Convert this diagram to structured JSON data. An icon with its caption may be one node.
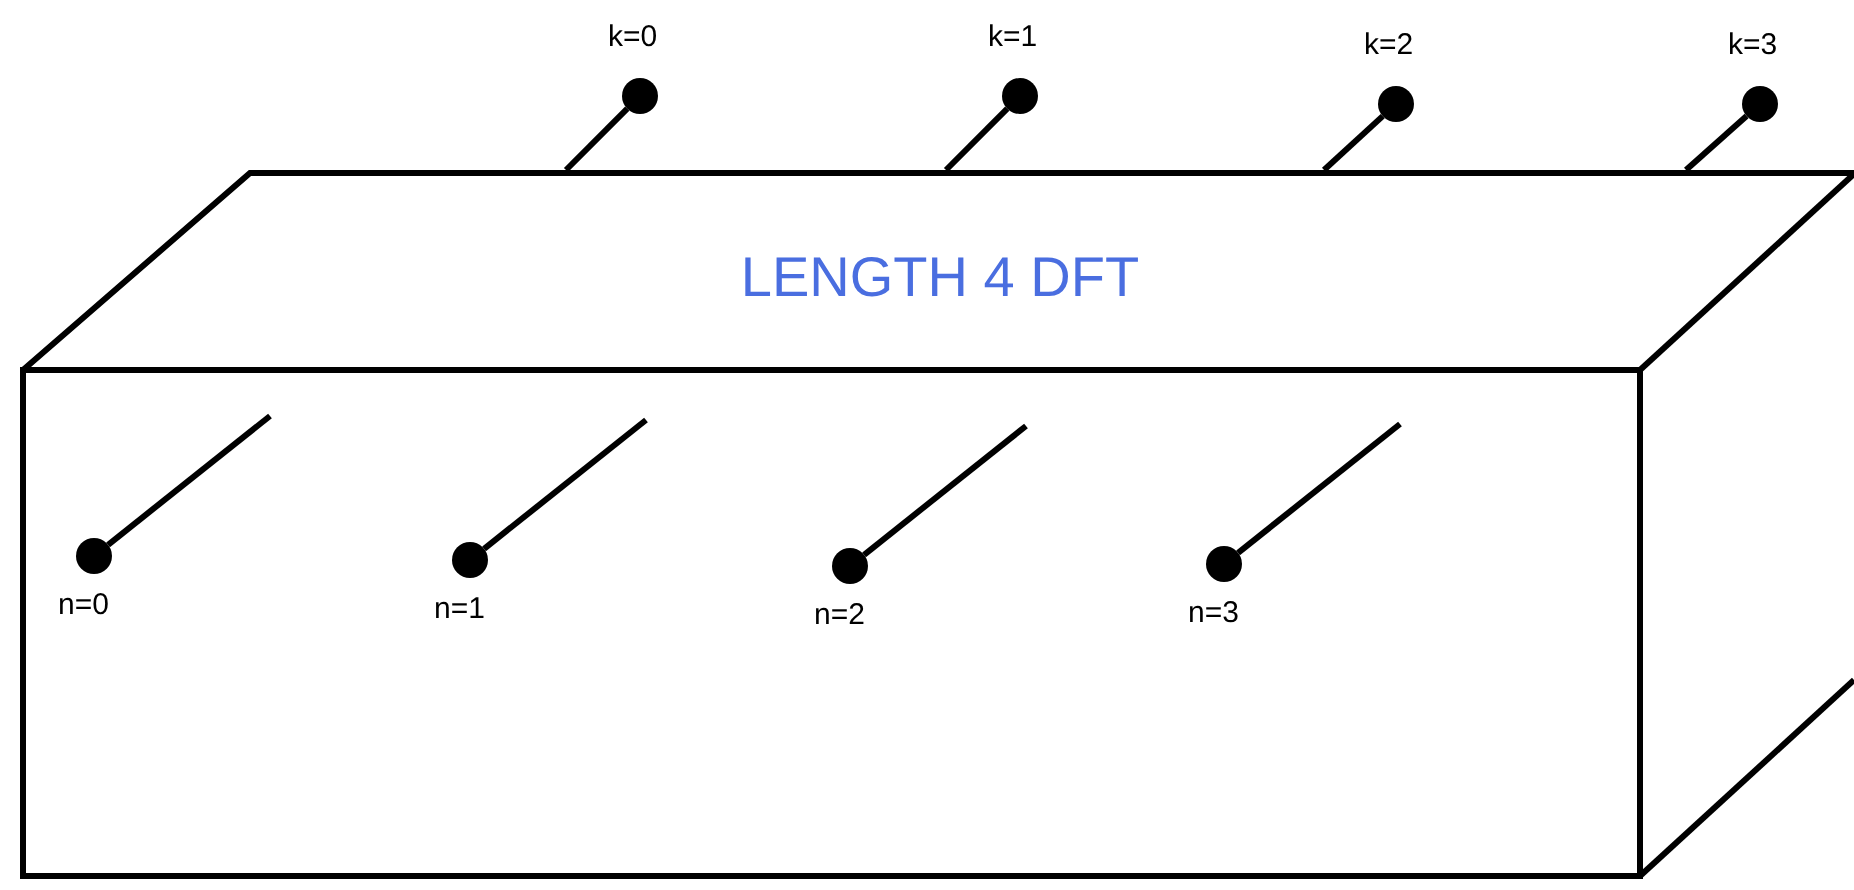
{
  "diagram": {
    "nodes": [
      {
        "text": [
          "LENGTH 4 DFT"
        ]
      },
      {
        "text": [],
        "shape": "circle",
        "beside": [
          "k=0"
        ]
      },
      {
        "text": [],
        "shape": "circle",
        "beside": [
          "k=1"
        ]
      },
      {
        "text": [],
        "shape": "circle",
        "beside": [
          "k=2"
        ]
      },
      {
        "text": [],
        "shape": "circle",
        "beside": [
          "k=3"
        ]
      },
      {
        "text": [],
        "shape": "circle",
        "beside": [
          "n=0"
        ],
        "in": 0
      },
      {
        "text": [],
        "shape": "circle",
        "beside": [
          "n=1"
        ],
        "in": 0
      },
      {
        "text": [],
        "shape": "circle",
        "beside": [
          "n=2"
        ],
        "in": 0
      },
      {
        "text": [],
        "shape": "circle",
        "beside": [
          "n=3"
        ],
        "in": 0
      }
    ],
    "edges": [
      {
        "from": 1,
        "to": 0,
        "arrow": "none"
      },
      {
        "from": 2,
        "to": 0,
        "arrow": "none"
      },
      {
        "from": 3,
        "to": 0,
        "arrow": "none"
      },
      {
        "from": 4,
        "to": 0,
        "arrow": "none"
      },
      {
        "from": 5,
        "to": null,
        "arrow": "none"
      },
      {
        "from": 6,
        "to": null,
        "arrow": "none"
      },
      {
        "from": 7,
        "to": null,
        "arrow": "none"
      },
      {
        "from": 8,
        "to": null,
        "arrow": "none"
      }
    ]
  }
}
